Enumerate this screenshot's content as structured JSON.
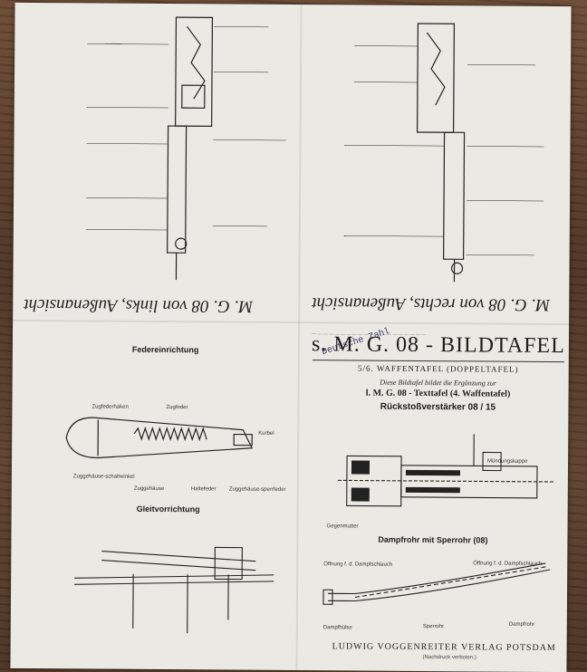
{
  "photo": {
    "subject": "Folded weapons diagram sheet on wooden table",
    "table_color": "#5a3e2b",
    "paper_color": "#ebe9e3"
  },
  "left_top_panel": {
    "title": "M. G. 08 von links, Außenansicht"
  },
  "right_top_panel": {
    "title": "M. G. 08 von rechts, Außenansicht"
  },
  "feder_panel": {
    "heading_spring": "Federeinrichtung",
    "heading_slide": "Gleitvorrichtung",
    "labels": {
      "zugfederhaken": "Zugfederhaken",
      "zugfeder": "Zugfeder",
      "kurbel": "Kurbel",
      "zuggehaeuse_schaltwinkel": "Zuggehäuse-schaltwinkel",
      "zuggehaeuse": "Zuggehäuse",
      "haltefeder": "Haltefeder",
      "zuggehaeuse_sperrfeder": "Zuggehäuse-sperrfeder"
    }
  },
  "main_panel": {
    "stamp": "Deutsche Zahl",
    "title": "s. M. G. 08 - BILDTAFEL",
    "subtitle": "5/6. WAFFENTAFEL (DOPPELTAFEL)",
    "desc_line1": "Diese Bildtafel bildet die Ergänzung zur",
    "desc_line2": "l. M. G. 08 - Texttafel (4. Waffentafel)",
    "section_recoil": "Rückstoßverstärker 08 / 15",
    "section_steam": "Dampfrohr mit Sperrohr (08)",
    "labels": {
      "gegenmutter": "Gegenmutter",
      "muendungskappe": "Mündungskappe",
      "dampfrohr": "Dampfrohr",
      "sperrohr": "Sperrohr",
      "dampfhuelse": "Dampfhülse",
      "oeffnung1": "Öffnung f. d. Dampfschlauch",
      "oeffnung2": "Öffnung f. d. Dampfschlauch"
    },
    "publisher": "LUDWIG VOGGENREITER VERLAG POTSDAM",
    "publisher_note": "(Nachdruck verboten.)"
  }
}
